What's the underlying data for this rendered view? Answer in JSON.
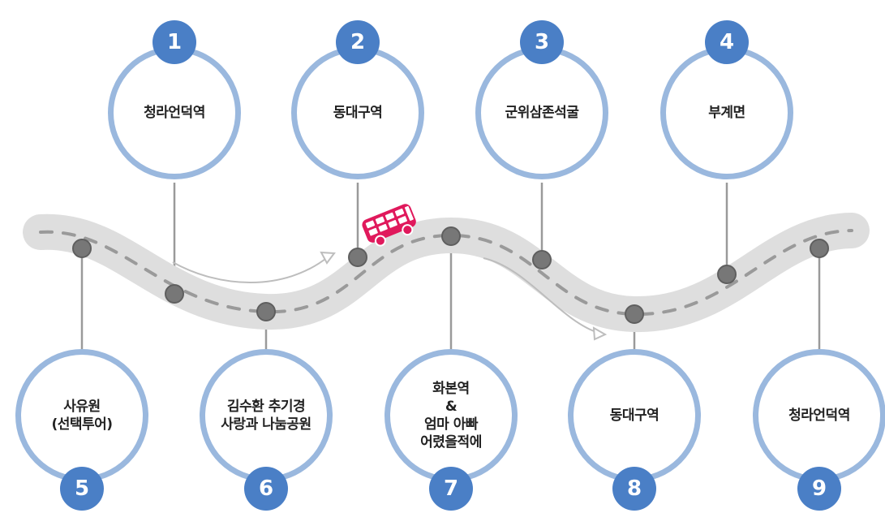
{
  "colors": {
    "ring": "#9ab8de",
    "badge": "#4a7fc6",
    "road": "#dedede",
    "dash": "#9a9a9a",
    "node": "#777777",
    "connector": "#9a9a9a",
    "bus": "#e0195c"
  },
  "icons": {
    "bus": "double-decker-bus-icon"
  },
  "stops": [
    {
      "number": "1",
      "label": "청라언덕역"
    },
    {
      "number": "2",
      "label": "동대구역"
    },
    {
      "number": "3",
      "label": "군위삼존석굴"
    },
    {
      "number": "4",
      "label": "부계면"
    },
    {
      "number": "5",
      "label": "사유원\n(선택투어)"
    },
    {
      "number": "6",
      "label": "김수환 추기경\n사랑과 나눔공원"
    },
    {
      "number": "7",
      "label": "화본역\n&\n엄마 아빠\n어렸을적에"
    },
    {
      "number": "8",
      "label": "동대구역"
    },
    {
      "number": "9",
      "label": "청라언덕역"
    }
  ]
}
